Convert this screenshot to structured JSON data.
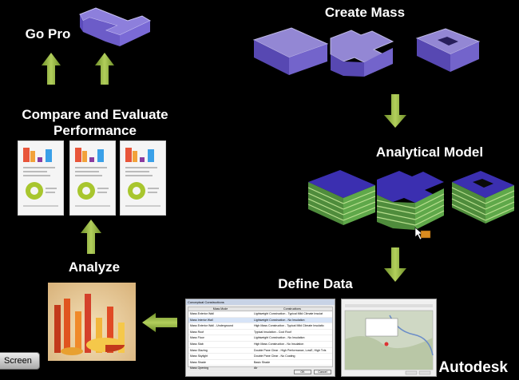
{
  "labels": {
    "go_pro": "Go Pro",
    "compare": "Compare and Evaluate Performance",
    "analyze": "Analyze",
    "create_mass": "Create Mass",
    "analytical_model": "Analytical Model",
    "define_data": "Define Data"
  },
  "dialog": {
    "title": "Conceptual Constructions",
    "col_mass_mode": "Mass Mode",
    "col_constructions": "Constructions",
    "ok": "OK",
    "cancel": "Cancel",
    "rows": [
      [
        "Mass Exterior Wall",
        "Lightweight Construction - Typical Mild Climate Insulat"
      ],
      [
        "Mass Interior Wall",
        "Lightweight Construction - No Insulation"
      ],
      [
        "Mass Exterior Wall - Underground",
        "High Mass Construction - Typical Mild Climate Insulatio"
      ],
      [
        "Mass Roof",
        "Typical Insulation - Cool Roof"
      ],
      [
        "Mass Floor",
        "Lightweight Construction - No Insulation"
      ],
      [
        "Mass Slab",
        "High Mass Construction - No Insulation"
      ],
      [
        "Mass Glazing",
        "Double Pane Clear - High Performance, LowE, High Tvis"
      ],
      [
        "Mass Skylight",
        "Double Pane Clear - No Coating"
      ],
      [
        "Mass Shade",
        "Basic Shade"
      ],
      [
        "Mass Opening",
        "Air"
      ]
    ]
  },
  "screen_button": "Screen",
  "brand": "Autodesk",
  "colors": {
    "arrow": "#8aa832",
    "mass_top": "#9b8fe0",
    "mass_side": "#6a5acd",
    "analytic_top": "#3b2fb0",
    "analytic_band": "#6fbf4a"
  }
}
